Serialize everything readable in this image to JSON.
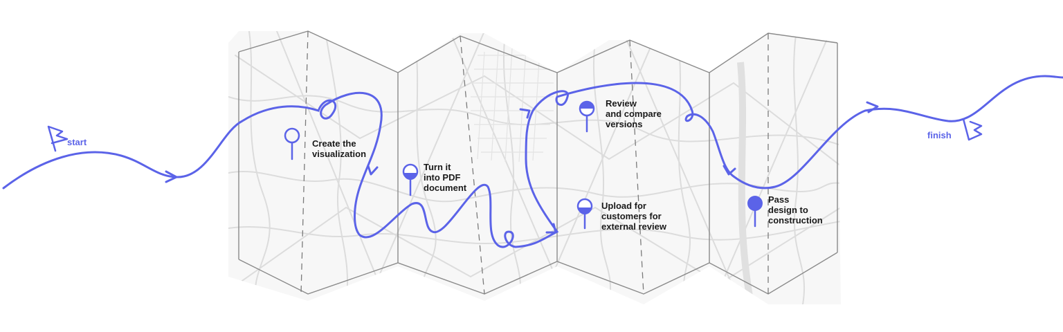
{
  "colors": {
    "accent": "#5b63e8",
    "map_lines": "#d9d9d9",
    "map_background": "#f7f7f7",
    "fold_lines": "#8a8a8a",
    "text": "#1a1a1a"
  },
  "start_label": "start",
  "finish_label": "finish",
  "steps": [
    {
      "lines": [
        "Create the",
        "visualization"
      ],
      "pin": "hollow"
    },
    {
      "lines": [
        "Turn it",
        "into PDF",
        "document"
      ],
      "pin": "bottom-half"
    },
    {
      "lines": [
        "Review",
        "and compare",
        "versions"
      ],
      "pin": "top-half"
    },
    {
      "lines": [
        "Upload for",
        "customers for",
        "external review"
      ],
      "pin": "bottom-half"
    },
    {
      "lines": [
        "Pass",
        "design to",
        "construction"
      ],
      "pin": "filled"
    }
  ]
}
